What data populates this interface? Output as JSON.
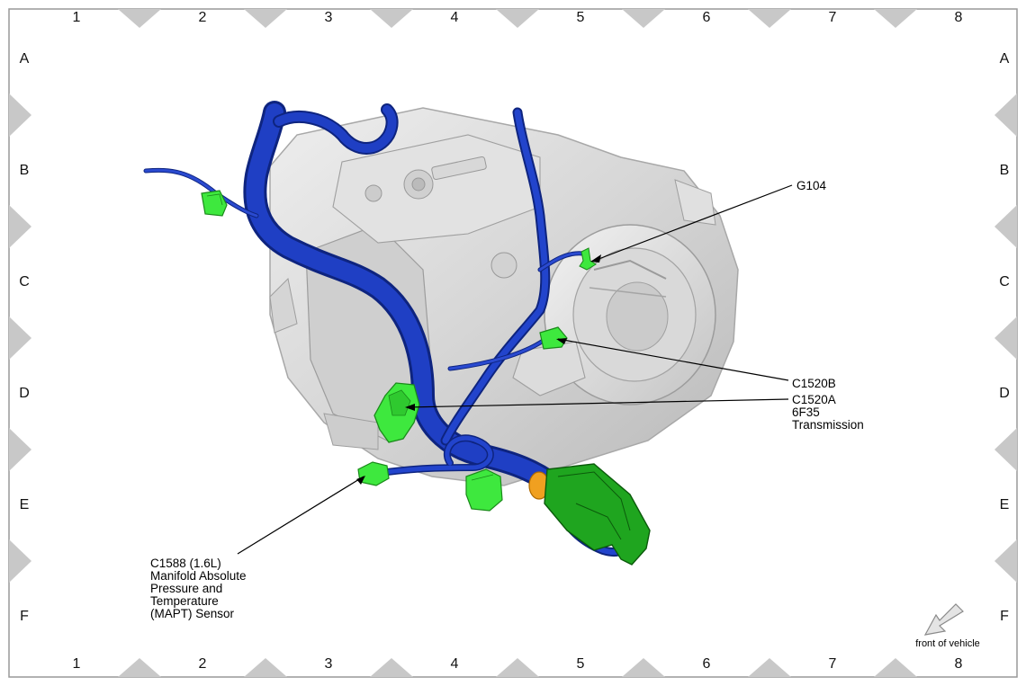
{
  "grid": {
    "columns": [
      "1",
      "2",
      "3",
      "4",
      "5",
      "6",
      "7",
      "8"
    ],
    "rows": [
      "A",
      "B",
      "C",
      "D",
      "E",
      "F"
    ]
  },
  "callouts": {
    "g104": "G104",
    "c1520b": "C1520B",
    "c1520a": [
      "C1520A",
      "6F35",
      "Transmission"
    ],
    "c1588": [
      "C1588 (1.6L)",
      "Manifold Absolute",
      "Pressure and",
      "Temperature",
      "(MAPT) Sensor"
    ]
  },
  "orientation": {
    "label": "front of vehicle",
    "icon": "front-arrow-icon"
  },
  "colors": {
    "harness": "#1a37b8",
    "connector": "#3ee83e",
    "ecu": "#1fa51f",
    "grommet": "#f0a020",
    "transmission": "#d4d4d4",
    "frame": "#999999"
  }
}
